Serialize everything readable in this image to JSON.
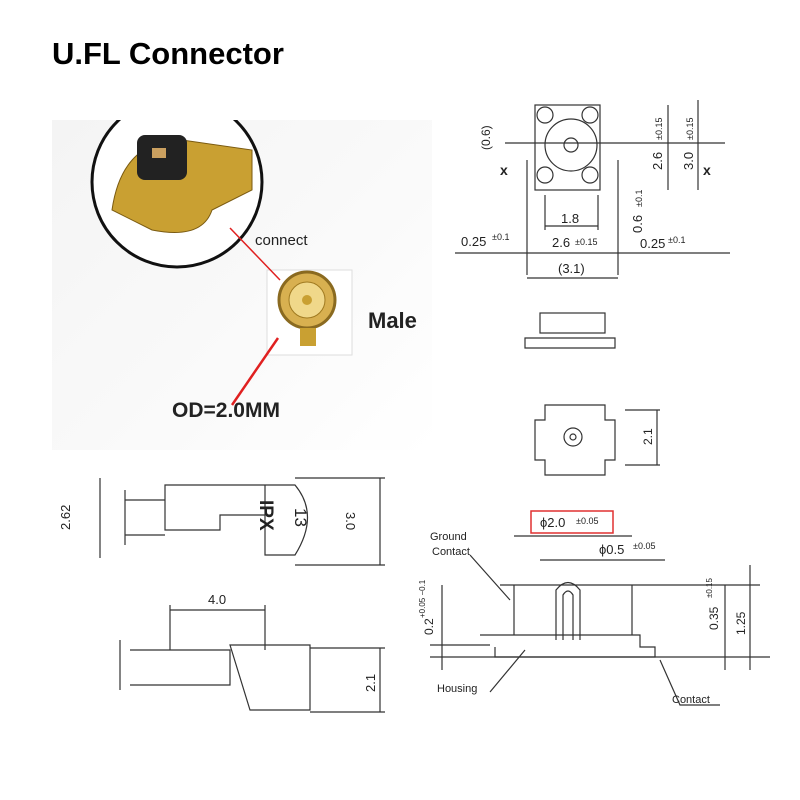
{
  "title": "U.FL Connector",
  "photo": {
    "connect_label": "connect",
    "male_label": "Male",
    "od_label": "OD=2.0MM"
  },
  "top_view": {
    "dim_06": "(0.6)",
    "x_left": "x",
    "x_right": "x",
    "dim_26v": "2.6",
    "tol_26v": "±0.15",
    "dim_30v": "3.0",
    "tol_30v": "±0.15",
    "dim_18": "1.8",
    "dim_06b": "0.6",
    "tol_06b": "±0.1",
    "dim_025l": "0.25",
    "tol_025l": "±0.1",
    "dim_26h": "2.6",
    "tol_26h": "±0.15",
    "dim_025r": "0.25",
    "tol_025r": "±0.1",
    "dim_31": "(3.1)"
  },
  "bottom_view": {
    "dim_21": "2.1"
  },
  "plug_top": {
    "dim_262": "2.62",
    "dim_30": "3.0",
    "marking": "IPX",
    "marking_num": "13"
  },
  "plug_side": {
    "dim_40": "4.0",
    "dim_21": "2.1"
  },
  "section": {
    "phi20": "ϕ2.0",
    "tol_phi20": "±0.05",
    "phi05": "ϕ0.5",
    "tol_phi05": "±0.05",
    "ground_contact_1": "Ground",
    "ground_contact_2": "Contact",
    "housing": "Housing",
    "contact": "Contact",
    "dim_02": "0.2",
    "tol_02": "+0.05 −0.1",
    "dim_035": "0.35",
    "tol_035": "±0.15",
    "dim_125": "1.25"
  },
  "colors": {
    "highlight": "#e03030",
    "gold": "#c9a032",
    "arrow": "#e02020"
  }
}
